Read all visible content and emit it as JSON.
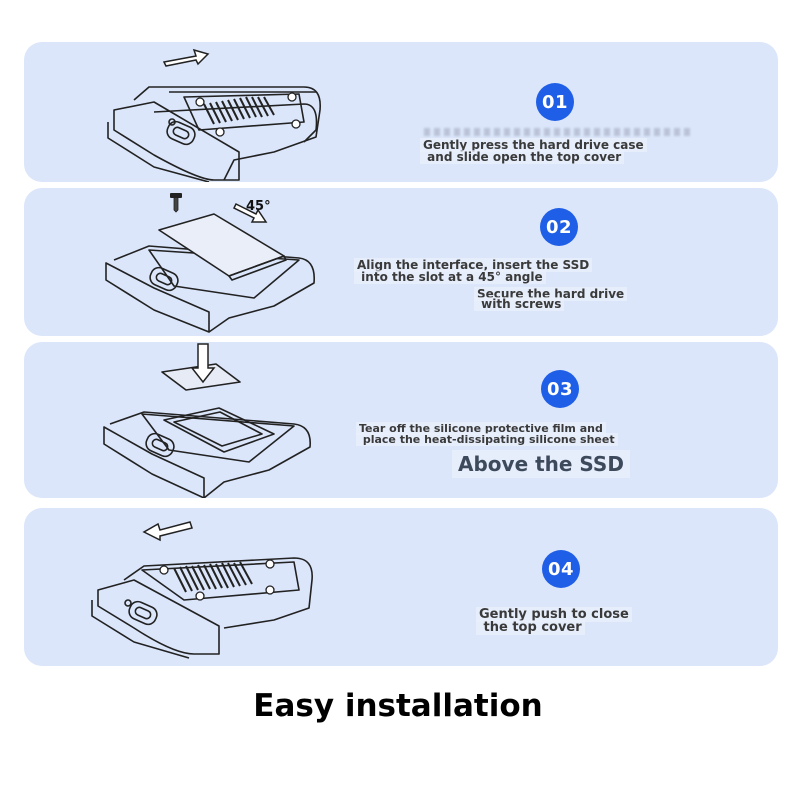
{
  "title": "Easy installation",
  "colors": {
    "panel_bg": "#dbe6fb",
    "badge_bg": "#1f5ee6",
    "text": "#3a3a3a"
  },
  "steps": [
    {
      "number": "01",
      "lines": [
        "Gently press the hard drive case",
        " and slide open the top cover"
      ]
    },
    {
      "number": "02",
      "angle_label": "45°",
      "lines": [
        "Align the interface, insert the SSD",
        " into the slot at a 45° angle"
      ],
      "extra_lines": [
        "Secure the hard drive",
        " with screws"
      ]
    },
    {
      "number": "03",
      "lines": [
        "Tear off the silicone protective film and",
        " place the heat-dissipating silicone sheet"
      ],
      "emphasis": "Above the SSD"
    },
    {
      "number": "04",
      "lines": [
        "Gently push to close",
        " the top cover"
      ]
    }
  ],
  "icons": [
    "slide-arrow-icon",
    "screw-icon",
    "down-arrow-icon",
    "hard-drive-enclosure-icon"
  ]
}
